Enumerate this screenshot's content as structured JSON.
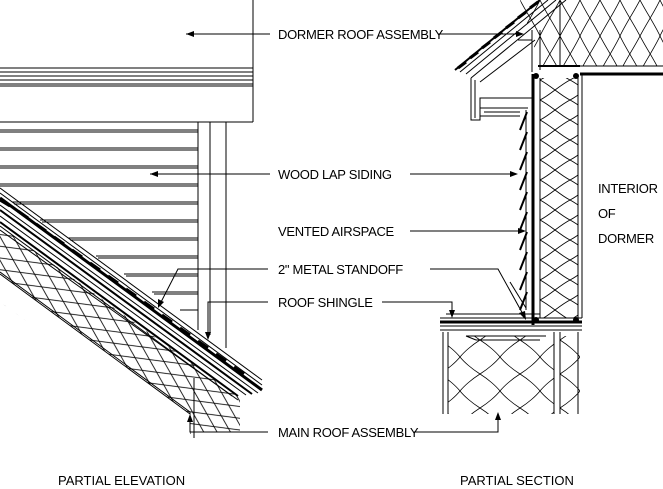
{
  "labels": {
    "dormer_roof_assembly": "DORMER ROOF ASSEMBLY",
    "wood_lap_siding": "WOOD LAP SIDING",
    "vented_airspace": "VENTED AIRSPACE",
    "metal_standoff": "2\" METAL STANDOFF",
    "roof_shingle": "ROOF SHINGLE",
    "main_roof_assembly": "MAIN ROOF ASSEMBLY",
    "interior_line1": "INTERIOR",
    "interior_line2": "OF",
    "interior_line3": "DORMER"
  },
  "titles": {
    "partial_elevation": "PARTIAL ELEVATION",
    "partial_section": "PARTIAL SECTION"
  }
}
